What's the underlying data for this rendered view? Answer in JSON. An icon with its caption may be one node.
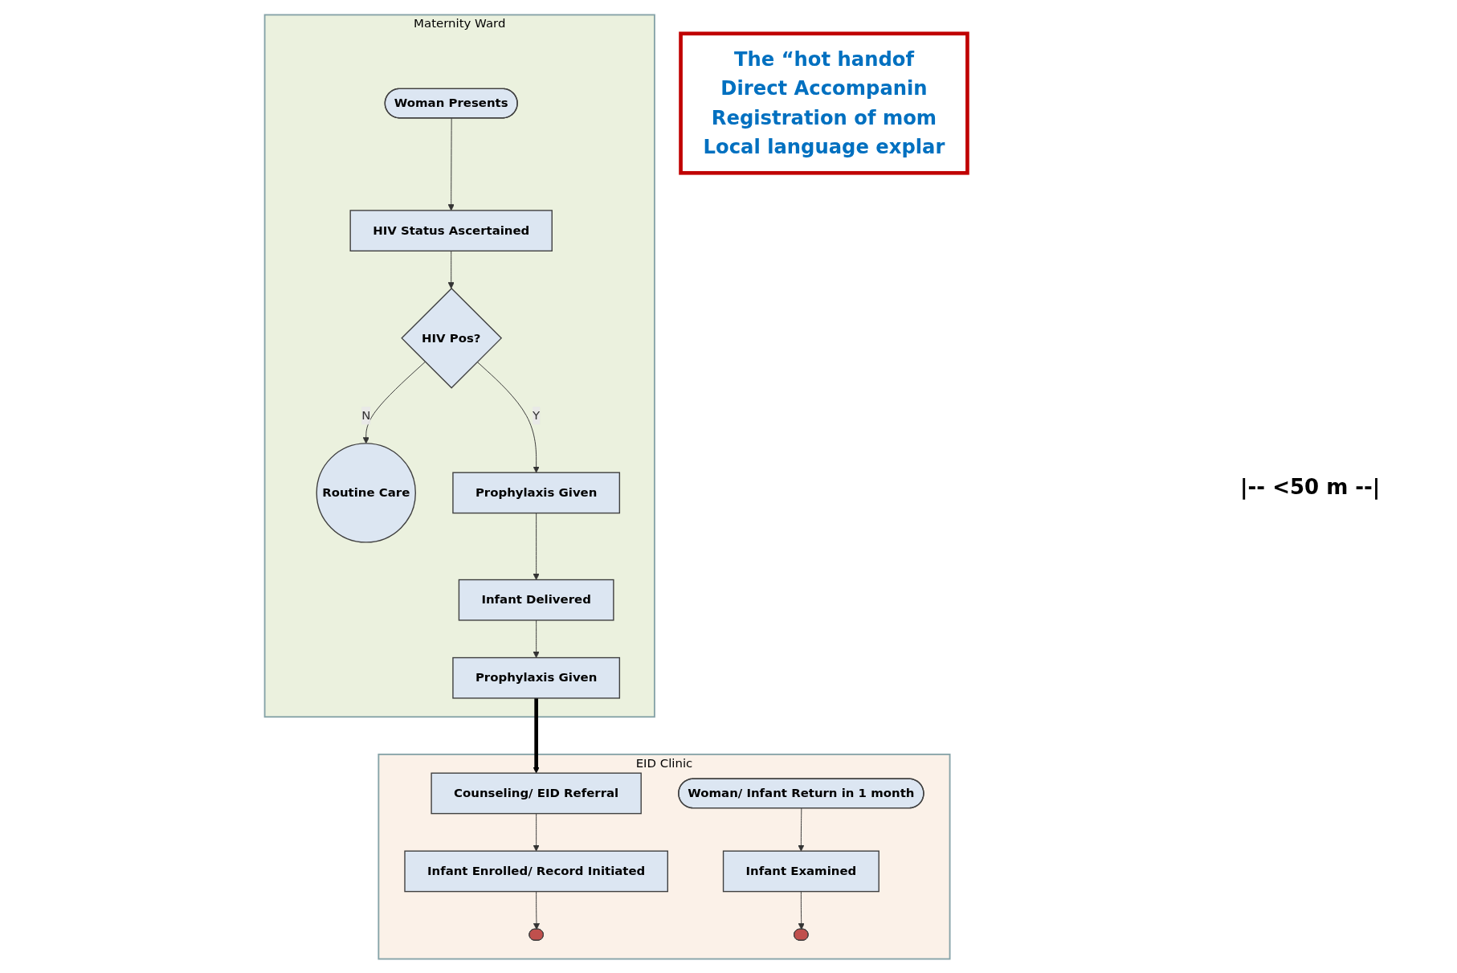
{
  "diagram": {
    "nodes": [
      {
        "text": [
          "Maternity Ward"
        ]
      },
      {
        "text": [
          "Woman Presents"
        ],
        "in": 0
      },
      {
        "text": [
          "HIV Status Ascertained"
        ],
        "in": 0
      },
      {
        "text": [
          "HIV Pos?"
        ],
        "in": 0
      },
      {
        "text": [
          "Routine Care"
        ],
        "in": 0
      },
      {
        "text": [
          "Prophylaxis Given"
        ],
        "in": 0
      },
      {
        "text": [
          "Infant Delivered"
        ],
        "in": 0
      },
      {
        "text": [
          "Prophylaxis Given"
        ],
        "in": 0
      },
      {
        "text": [
          "EID Clinic"
        ]
      },
      {
        "text": [
          "Counseling/ EID Referral"
        ],
        "in": 8
      },
      {
        "text": [
          "Infant Enrolled/ Record Initiated"
        ],
        "in": 8
      },
      {
        "text": [],
        "shape": "circle",
        "in": 8
      },
      {
        "text": [
          "Woman/ Infant Return in 1 month"
        ],
        "in": 8
      },
      {
        "text": [
          "Infant Examined"
        ],
        "in": 8
      },
      {
        "text": [],
        "shape": "circle",
        "in": 8
      },
      {
        "text": [
          "The “hot handof",
          "Direct Accompanin",
          "Registration of mom",
          "Local language explar"
        ]
      }
    ],
    "edges": [
      {
        "from": 1,
        "to": 2,
        "arrow": "to"
      },
      {
        "from": 2,
        "to": 3,
        "arrow": "to"
      },
      {
        "from": 3,
        "to": 4,
        "arrow": "to",
        "label": "N"
      },
      {
        "from": 3,
        "to": 5,
        "arrow": "to",
        "label": "Y"
      },
      {
        "from": 5,
        "to": 6,
        "arrow": "to"
      },
      {
        "from": 6,
        "to": 7,
        "arrow": "to"
      },
      {
        "from": 7,
        "to": 9,
        "arrow": "to",
        "style": "thick",
        "color": "#000000"
      },
      {
        "from": 9,
        "to": 10,
        "arrow": "to"
      },
      {
        "from": 10,
        "to": 11,
        "arrow": "to"
      },
      {
        "from": 12,
        "to": 13,
        "arrow": "to"
      },
      {
        "from": 13,
        "to": 14,
        "arrow": "to"
      }
    ],
    "labels": [
      "|-- <50 m --|"
    ]
  }
}
